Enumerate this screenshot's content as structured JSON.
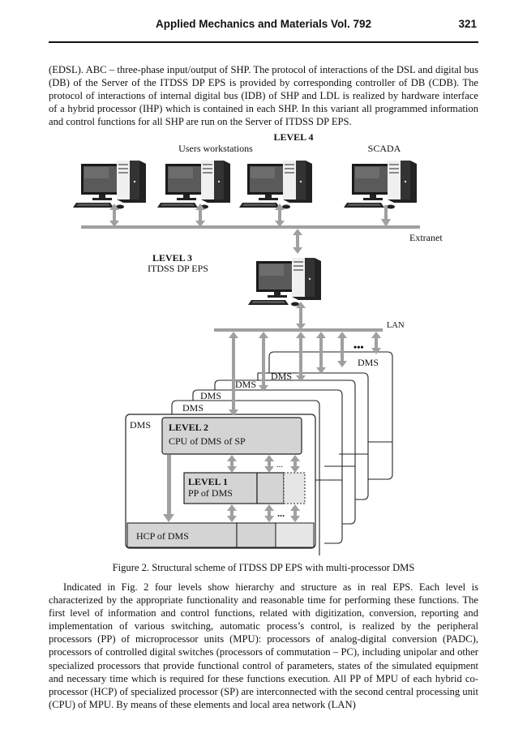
{
  "header": {
    "journal_title": "Applied Mechanics and Materials Vol. 792",
    "page_number": "321"
  },
  "top_paragraph": "(EDSL). ABC – three-phase input/output of SHP. The protocol of interactions of the DSL and digital bus (DB) of the Server of the ITDSS DP EPS is provided by corresponding controller of DB (CDB). The protocol of interactions of internal digital bus (IDB) of SHP and LDL is realized by hardware interface of a hybrid processor (IHP) which is contained in each SHP. In this variant all programmed information and control functions for all SHP are run on the Server of ITDSS DP EPS.",
  "figure": {
    "level4_label": "LEVEL 4",
    "users_workstations_label": "Users workstations",
    "scada_label": "SCADA",
    "extranet_label": "Extranet",
    "level3_label": "LEVEL 3",
    "level3_sub": "ITDSS DP EPS",
    "lan_label": "LAN",
    "ellipsis": "•••",
    "small_ellipsis": "...",
    "dms_label": "DMS",
    "level2_label": "LEVEL 2",
    "level2_sub": "CPU of DMS of SP",
    "level1_label": "LEVEL 1",
    "level1_sub": "PP of DMS",
    "hcp_label": "HCP of DMS",
    "icons": [
      "computer-workstation-icon",
      "computer-workstation-icon",
      "computer-workstation-icon",
      "computer-scada-icon",
      "computer-server-icon"
    ],
    "colors": {
      "bus": "#a0a0a0",
      "box_fill": "#d4d4d4",
      "box_fill_light": "#e6e6e6"
    }
  },
  "caption": "Figure 2. Structural scheme of ITDSS DP EPS with multi-processor DMS",
  "bottom_paragraph": "Indicated in Fig. 2 four levels show hierarchy and structure as in real EPS. Each level is characterized by the appropriate functionality and reasonable time for performing these functions. The first level of information and control functions, related with digitization, conversion, reporting and implementation of various switching, automatic process’s control, is realized by the peripheral processors (PP) of microprocessor units (MPU): processors of analog-digital conversion (PADC), processors of controlled digital switches (processors of commutation – PC), including unipolar and other specialized processors that provide functional control of parameters, states of the simulated equipment and necessary time which is required for these functions execution. All PP of MPU of each hybrid co-processor (HCP) of specialized processor (SP) are interconnected with the second central processing unit (CPU) of MPU. By means of these elements and local area network (LAN)"
}
